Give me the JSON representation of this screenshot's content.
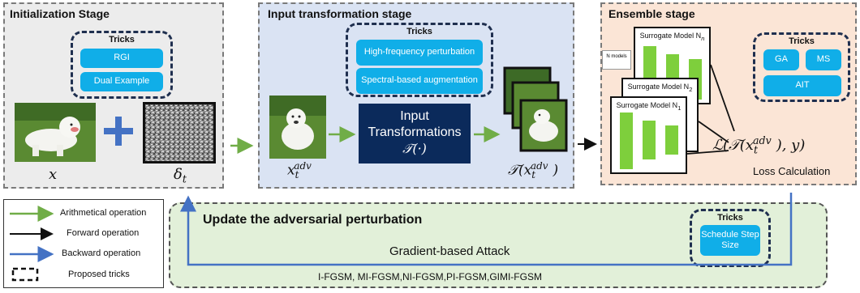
{
  "init_stage": {
    "title": "Initialization Stage",
    "tricks_title": "Tricks",
    "tricks": [
      "RGI",
      "Dual Example"
    ],
    "x_label": "x",
    "delta_label": "δ",
    "delta_sub": "t"
  },
  "input_stage": {
    "title": "Input transformation stage",
    "tricks_title": "Tricks",
    "tricks": [
      "High-frequency perturbation",
      "Spectral-based augmentation"
    ],
    "transform_line1": "Input",
    "transform_line2": "Transformations",
    "transform_line3": "𝒯(·)",
    "xadv_base": "x",
    "xadv_sub": "t",
    "xadv_sup": "adv",
    "txadv_prefix": "𝒯(x",
    "txadv_suffix": ")"
  },
  "ensemble_stage": {
    "title": "Ensemble stage",
    "n_models": "N models",
    "models": [
      {
        "label": "Surrogate Model N",
        "sub": "n"
      },
      {
        "label": "Surrogate Model N",
        "sub": "2"
      },
      {
        "label": "Surrogate Model N",
        "sub": "1"
      }
    ],
    "tricks_title": "Tricks",
    "tricks": [
      "GA",
      "MS",
      "AIT"
    ],
    "loss_prefix": "ℒ(𝒯(x",
    "loss_suffix": "), y)",
    "loss_caption": "Loss Calculation"
  },
  "update_stage": {
    "title": "Update the adversarial perturbation",
    "tricks_title": "Tricks",
    "trick": "Schedule Step Size",
    "attack_label": "Gradient-based Attack",
    "methods": "I-FGSM, MI-FGSM,NI-FGSM,PI-FGSM,GIMI-FGSM"
  },
  "legend": {
    "items": [
      "Arithmetical operation",
      "Forward operation",
      "Backward operation",
      "Proposed tricks"
    ]
  },
  "colors": {
    "init_bg": "#ececec",
    "input_bg": "#dae3f3",
    "ensemble_bg": "#fbe5d6",
    "update_bg": "#e2f0d9",
    "trick_blue": "#10aee8",
    "arith_green": "#70ad47",
    "forward_black": "#111111",
    "backward_blue": "#4472c4",
    "transform_navy": "#0b2a5b"
  }
}
